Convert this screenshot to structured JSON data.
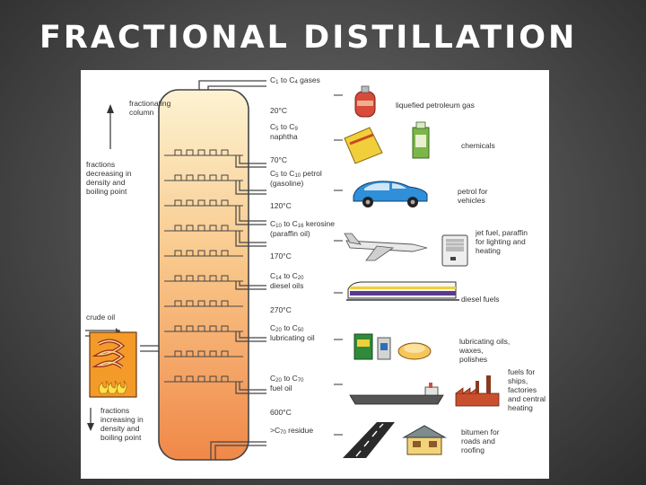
{
  "title": "FRACTIONAL DISTILLATION",
  "left_labels": {
    "column": "fractionating column",
    "decreasing": "fractions decreasing in density and boiling point",
    "crude": "crude oil",
    "increasing": "fractions increasing in density and boiling point"
  },
  "fractions": [
    {
      "temp": "",
      "c_from": "1",
      "c_to": "4",
      "name": "gases",
      "name2": "",
      "use": "liquefied petroleum gas"
    },
    {
      "temp": "20°C",
      "c_from": "5",
      "c_to": "9",
      "name": "",
      "name2": "naphtha",
      "use": "chemicals"
    },
    {
      "temp": "70°C",
      "c_from": "5",
      "c_to": "10",
      "name": "petrol",
      "name2": "(gasoline)",
      "use": "petrol for vehicles"
    },
    {
      "temp": "120°C",
      "c_from": "10",
      "c_to": "16",
      "name": "kerosine",
      "name2": "(paraffin oil)",
      "use": "jet fuel, paraffin for lighting and heating"
    },
    {
      "temp": "170°C",
      "c_from": "14",
      "c_to": "20",
      "name": "",
      "name2": "diesel oils",
      "use": "diesel fuels"
    },
    {
      "temp": "270°C",
      "c_from": "20",
      "c_to": "50",
      "name": "",
      "name2": "lubricating oil",
      "use": "lubricating oils, waxes, polishes"
    },
    {
      "temp": "",
      "c_from": "20",
      "c_to": "70",
      "name": "",
      "name2": "fuel oil",
      "use": "fuels for ships, factories and central heating"
    },
    {
      "temp": "600°C",
      "c_from": ">",
      "c_to": "70",
      "name": "residue",
      "name2": "",
      "use": "bitumen for roads and roofing"
    }
  ],
  "colors": {
    "column_top": "#fdf1cc",
    "column_bottom": "#f08a4b",
    "furnace": "#f39a28",
    "car": "#2f8fd8",
    "train": "#5a3a8a",
    "gas_bottle": "#d84a3a"
  },
  "icons": [
    "gas-bottle-icon",
    "chemicals-icon",
    "car-icon",
    "jet-plane-icon",
    "heater-icon",
    "train-icon",
    "oil-cans-icon",
    "ship-icon",
    "factory-icon",
    "road-icon",
    "house-icon"
  ]
}
